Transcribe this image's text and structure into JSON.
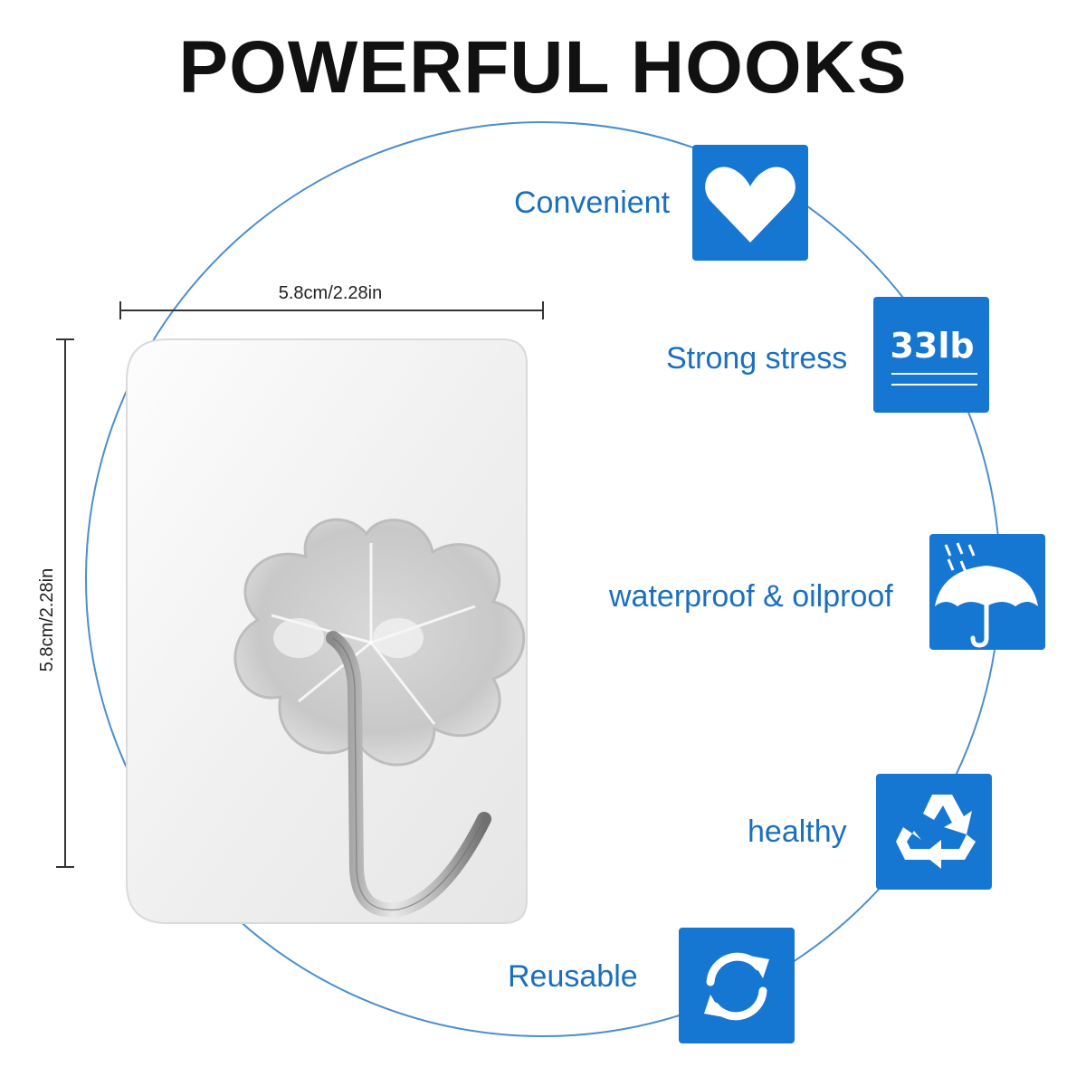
{
  "title": "POWERFUL HOOKS",
  "dimensions": {
    "width_label": "5.8cm/2.28in",
    "height_label": "5.8cm/2.28in"
  },
  "features": [
    {
      "label": "Convenient",
      "icon": "heart-icon"
    },
    {
      "label": "Strong stress",
      "icon": "weight-badge-icon",
      "badge": "33lb"
    },
    {
      "label": "waterproof & oilproof",
      "icon": "umbrella-rain-icon"
    },
    {
      "label": "healthy",
      "icon": "recycle-icon"
    },
    {
      "label": "Reusable",
      "icon": "refresh-icon"
    }
  ],
  "colors": {
    "accent_blue": "#1677d2",
    "label_blue": "#1a6fbf",
    "circle_line": "#4a8fcf",
    "title": "#111111"
  }
}
